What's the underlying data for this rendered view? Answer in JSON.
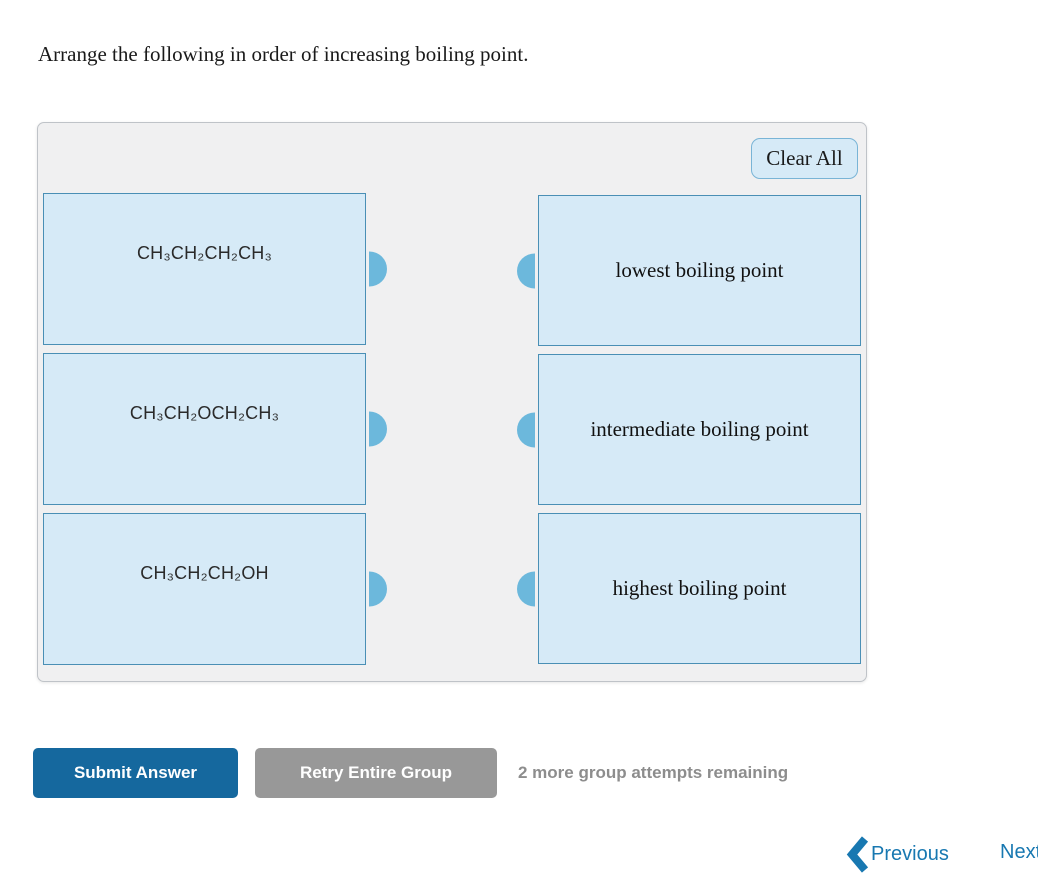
{
  "question": {
    "prompt": "Arrange the following in order of increasing boiling point."
  },
  "panel": {
    "clear_all_label": "Clear All",
    "draggables": [
      {
        "formula": "CH₃CH₂CH₂CH₃"
      },
      {
        "formula": "CH₃CH₂OCH₂CH₃"
      },
      {
        "formula": "CH₃CH₂CH₂OH"
      }
    ],
    "targets": [
      {
        "label": "lowest boiling point"
      },
      {
        "label": "intermediate boiling point"
      },
      {
        "label": "highest boiling point"
      }
    ]
  },
  "footer": {
    "submit_label": "Submit Answer",
    "retry_label": "Retry Entire Group",
    "attempts_remaining": "2 more group attempts remaining"
  },
  "nav": {
    "previous_label": "Previous",
    "previous_icon": "chevron-left",
    "next_label": "Next"
  },
  "colors": {
    "submit_blue": "#15689e",
    "retry_gray": "#989898",
    "link_blue": "#1878b1",
    "card_fill": "#d6eaf7",
    "card_border": "#4a8fb5",
    "knob_blue": "#6cb8dc",
    "panel_bg": "#f0f0f1"
  }
}
